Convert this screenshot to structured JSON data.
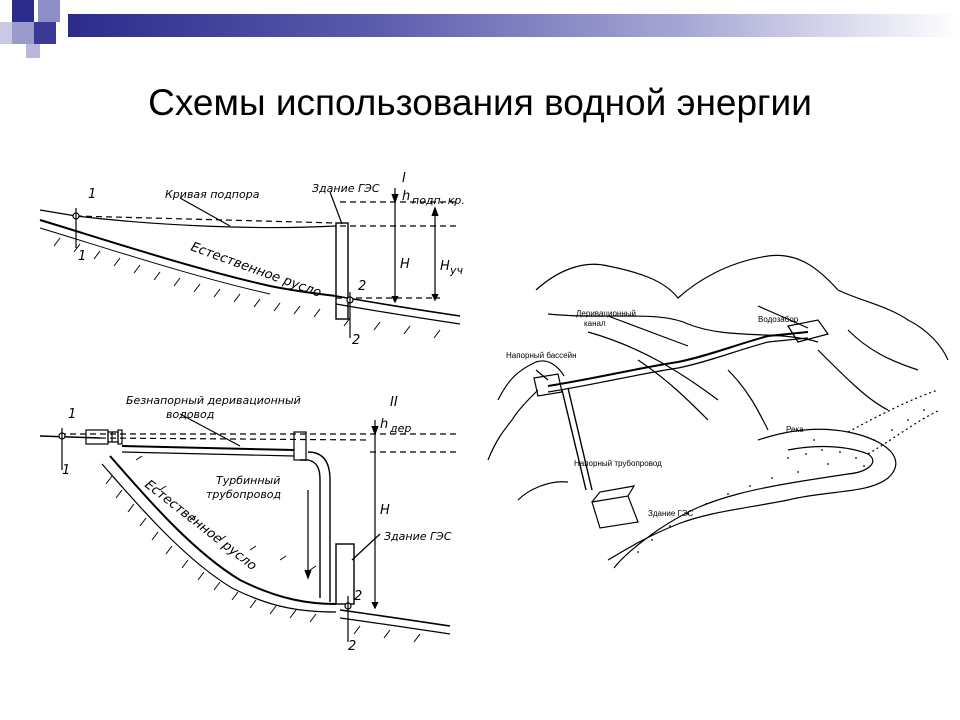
{
  "slide": {
    "title": "Схемы использования водной энергии",
    "accent_colors": {
      "dark": "#2b2b8c",
      "mid": "#6f6fb8",
      "light": "#c9c9e6"
    }
  },
  "diagram_top": {
    "labels": {
      "curve": "Кривая подпора",
      "building": "Здание ГЭС",
      "channel": "Естественное русло",
      "section1": "1",
      "section1b": "1",
      "section2": "2",
      "section2b": "2",
      "roman": "I",
      "h_label": "h",
      "h_sub": "подп. кр.",
      "H": "H",
      "Hus": "H",
      "Hus_sub": "уч"
    }
  },
  "diagram_bottom": {
    "labels": {
      "derivation": "Безнапорный деривационный",
      "derivation2": "водовод",
      "turbine": "Турбинный",
      "turbine2": "трубопровод",
      "channel": "Естественное русло",
      "building": "Здание ГЭС",
      "section1": "1",
      "section1b": "1",
      "section2": "2",
      "section2b": "2",
      "roman": "II",
      "h_label": "h",
      "h_sub": "дер",
      "H": "H"
    }
  },
  "diagram_right": {
    "labels": {
      "canal": "Деривационный",
      "canal2": "канал",
      "intake": "Водозабор",
      "basin": "Напорный бассейн",
      "river": "Река",
      "penstock": "Напорный трубопровод",
      "plant": "Здание ГЭС"
    }
  }
}
